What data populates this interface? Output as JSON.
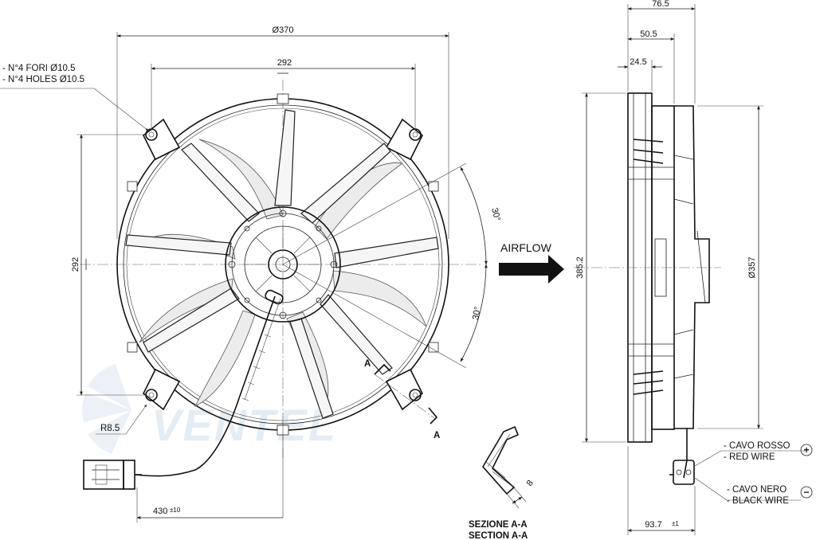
{
  "front_view": {
    "dim_overall_width": "Ø370",
    "dim_hole_spacing_top": "292",
    "dim_hole_spacing_left": "292",
    "holes_label_it": "- N°4 FORI Ø10.5",
    "holes_label_en": "- N°4 HOLES Ø10.5",
    "radius_label": "R8.5",
    "angle_upper": "30°",
    "angle_lower": "30°",
    "section_mark": "A",
    "cable_length": "430",
    "cable_tolerance": "±10"
  },
  "airflow_label": "AIRFLOW",
  "section_view": {
    "thickness": "8",
    "title_it": "SEZIONE A-A",
    "title_en": "SECTION A-A"
  },
  "side_view": {
    "dim_depth_total": "76.5",
    "dim_depth_mid": "50.5",
    "dim_depth_small": "24.5",
    "dim_height": "385.2",
    "dim_diameter": "Ø357",
    "dim_bottom": "93.7",
    "dim_bottom_tolerance": "±1",
    "red_wire_it": "- CAVO ROSSO",
    "red_wire_en": "- RED WIRE",
    "black_wire_it": "- CAVO NERO",
    "black_wire_en": "- BLACK WIRE",
    "plus_symbol": "+",
    "minus_symbol": "−"
  },
  "watermark": "VENTEL",
  "colors": {
    "line": "#222222",
    "watermark": "#cfe0ec"
  },
  "icons": [
    "airflow-arrow-icon",
    "plus-terminal-icon",
    "minus-terminal-icon",
    "connector-icon"
  ]
}
